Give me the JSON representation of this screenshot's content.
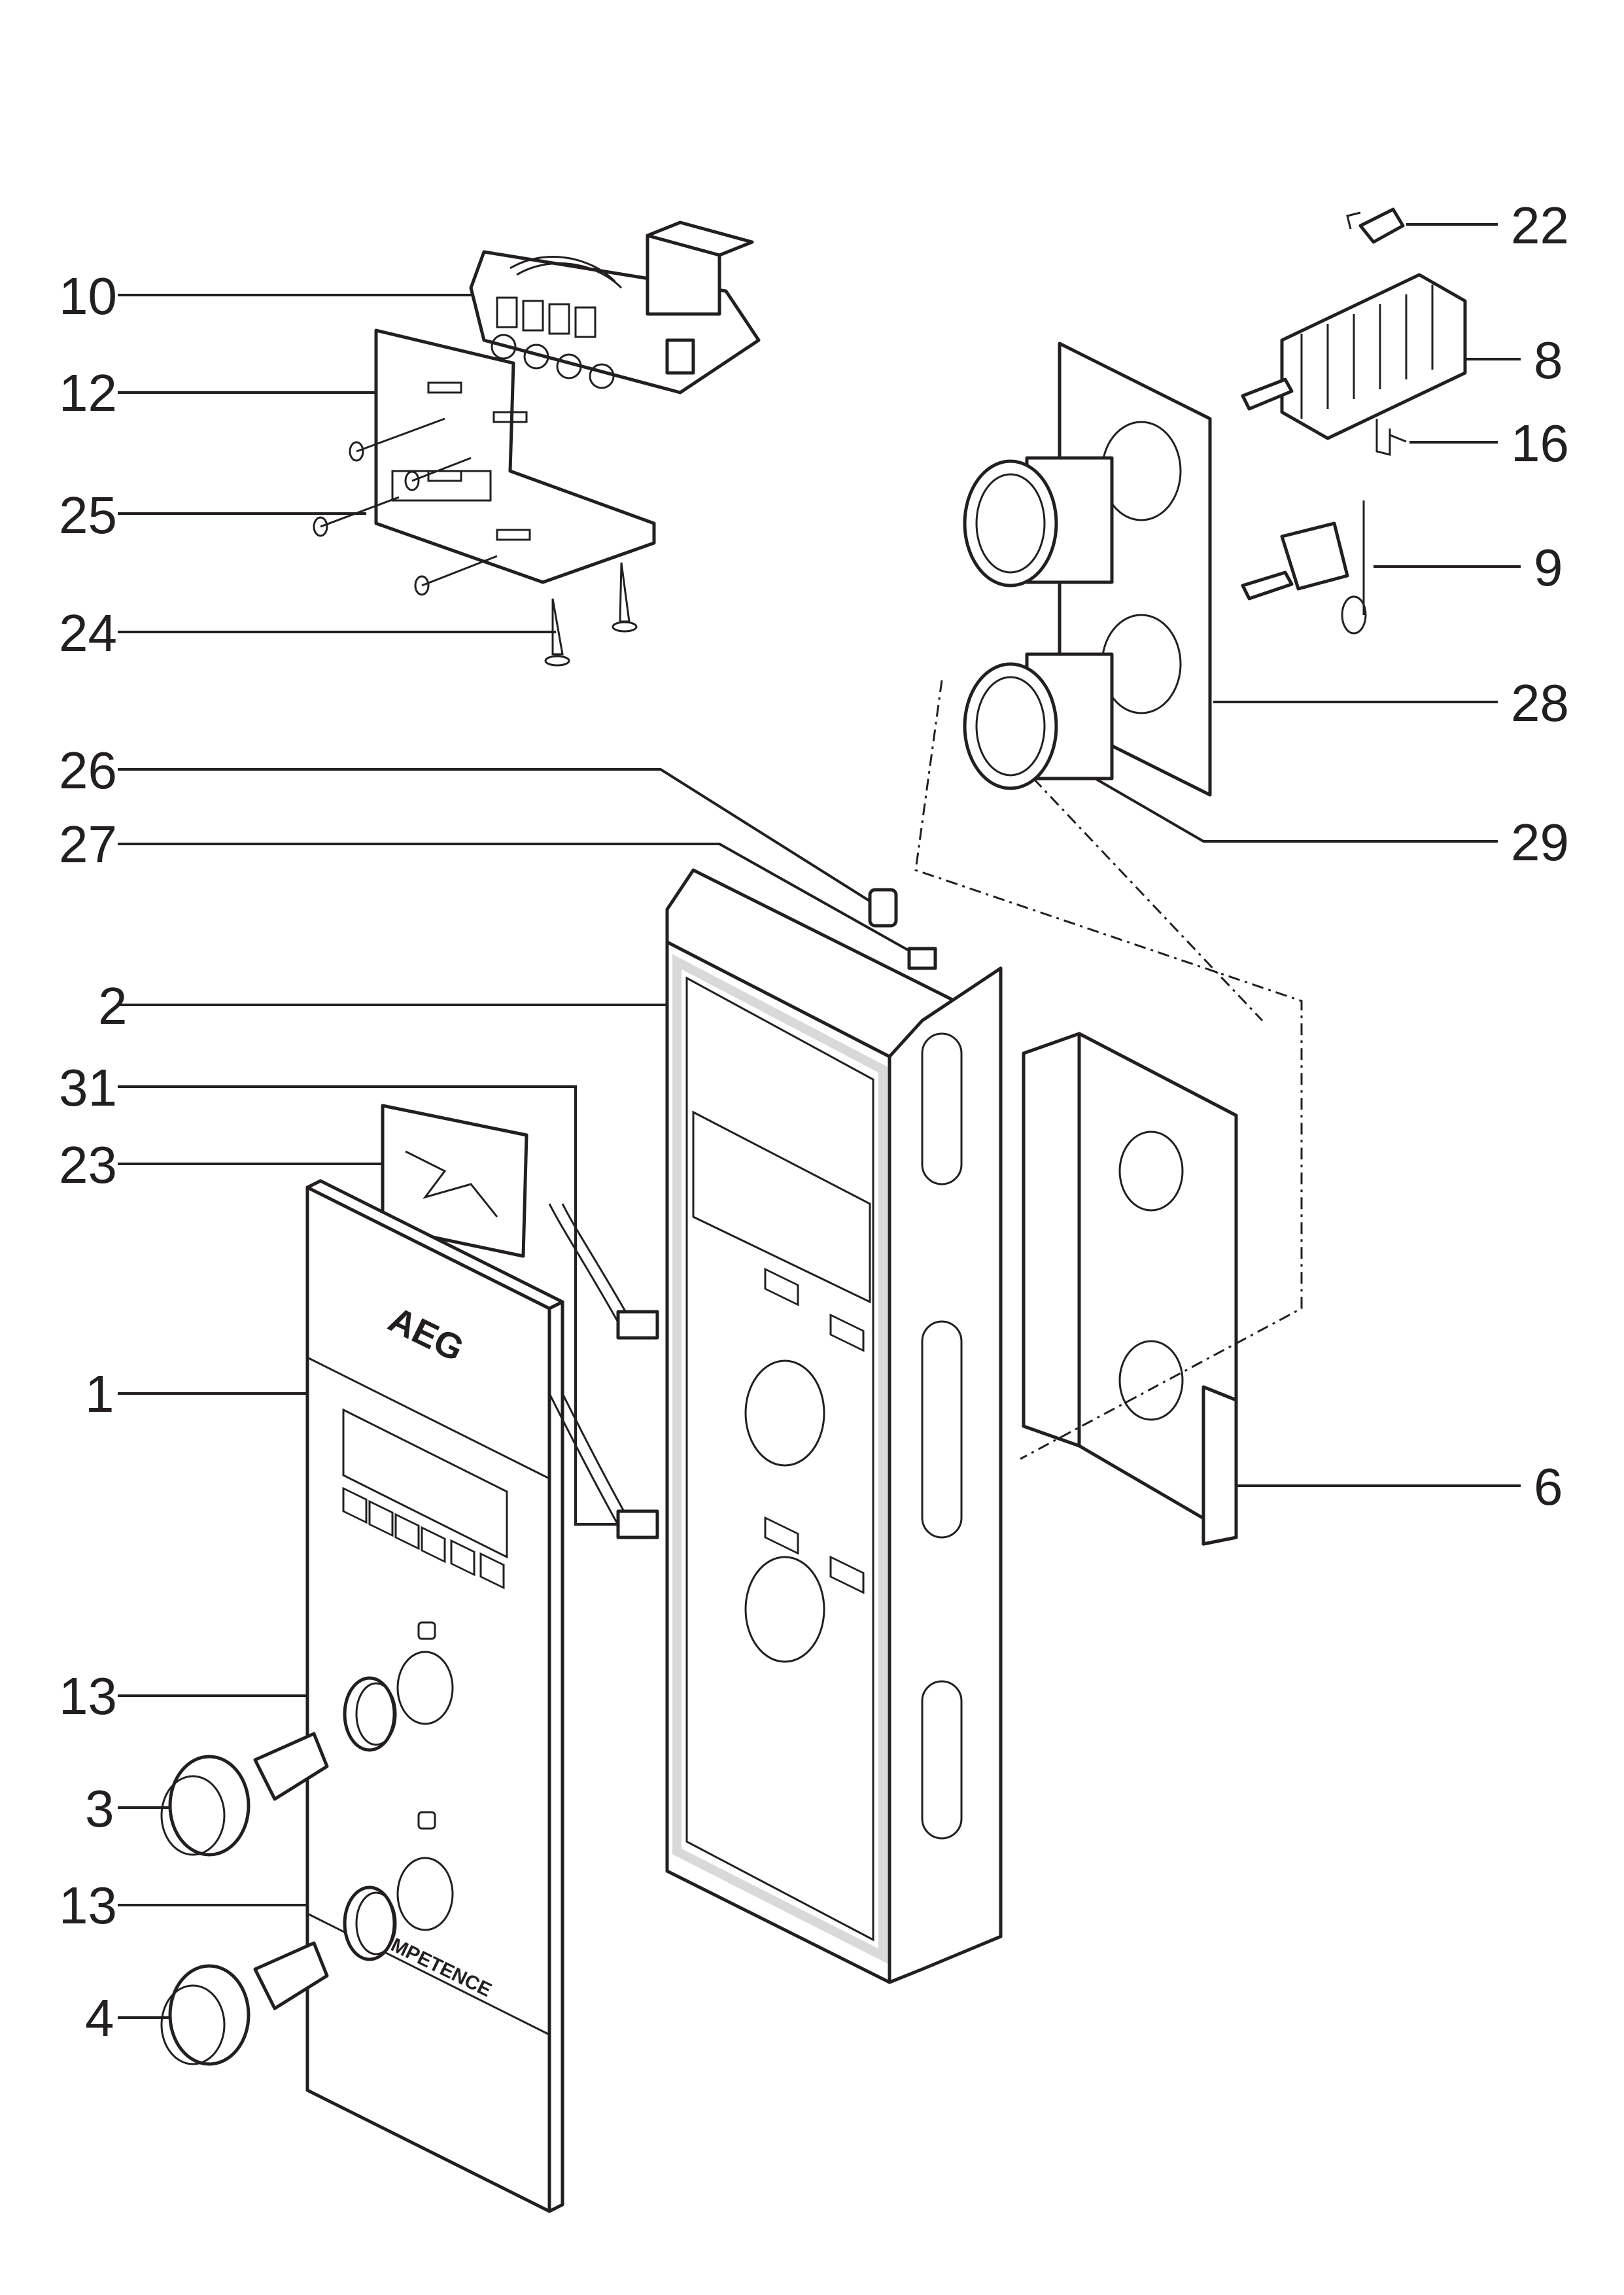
{
  "labels": {
    "l10": "10",
    "l12": "12",
    "l25": "25",
    "l24": "24",
    "l26": "26",
    "l27": "27",
    "l2": "2",
    "l31": "31",
    "l23": "23",
    "l1": "1",
    "l13a": "13",
    "l3": "3",
    "l13b": "13",
    "l4": "4",
    "l22": "22",
    "l8": "8",
    "l16": "16",
    "l9": "9",
    "l28": "28",
    "l29": "29",
    "l6": "6"
  },
  "panel": {
    "brand": "AEG",
    "model": "COMPETENCE"
  },
  "colors": {
    "line": "#231f20",
    "background": "#ffffff",
    "gasket": "#d9d9d9"
  }
}
